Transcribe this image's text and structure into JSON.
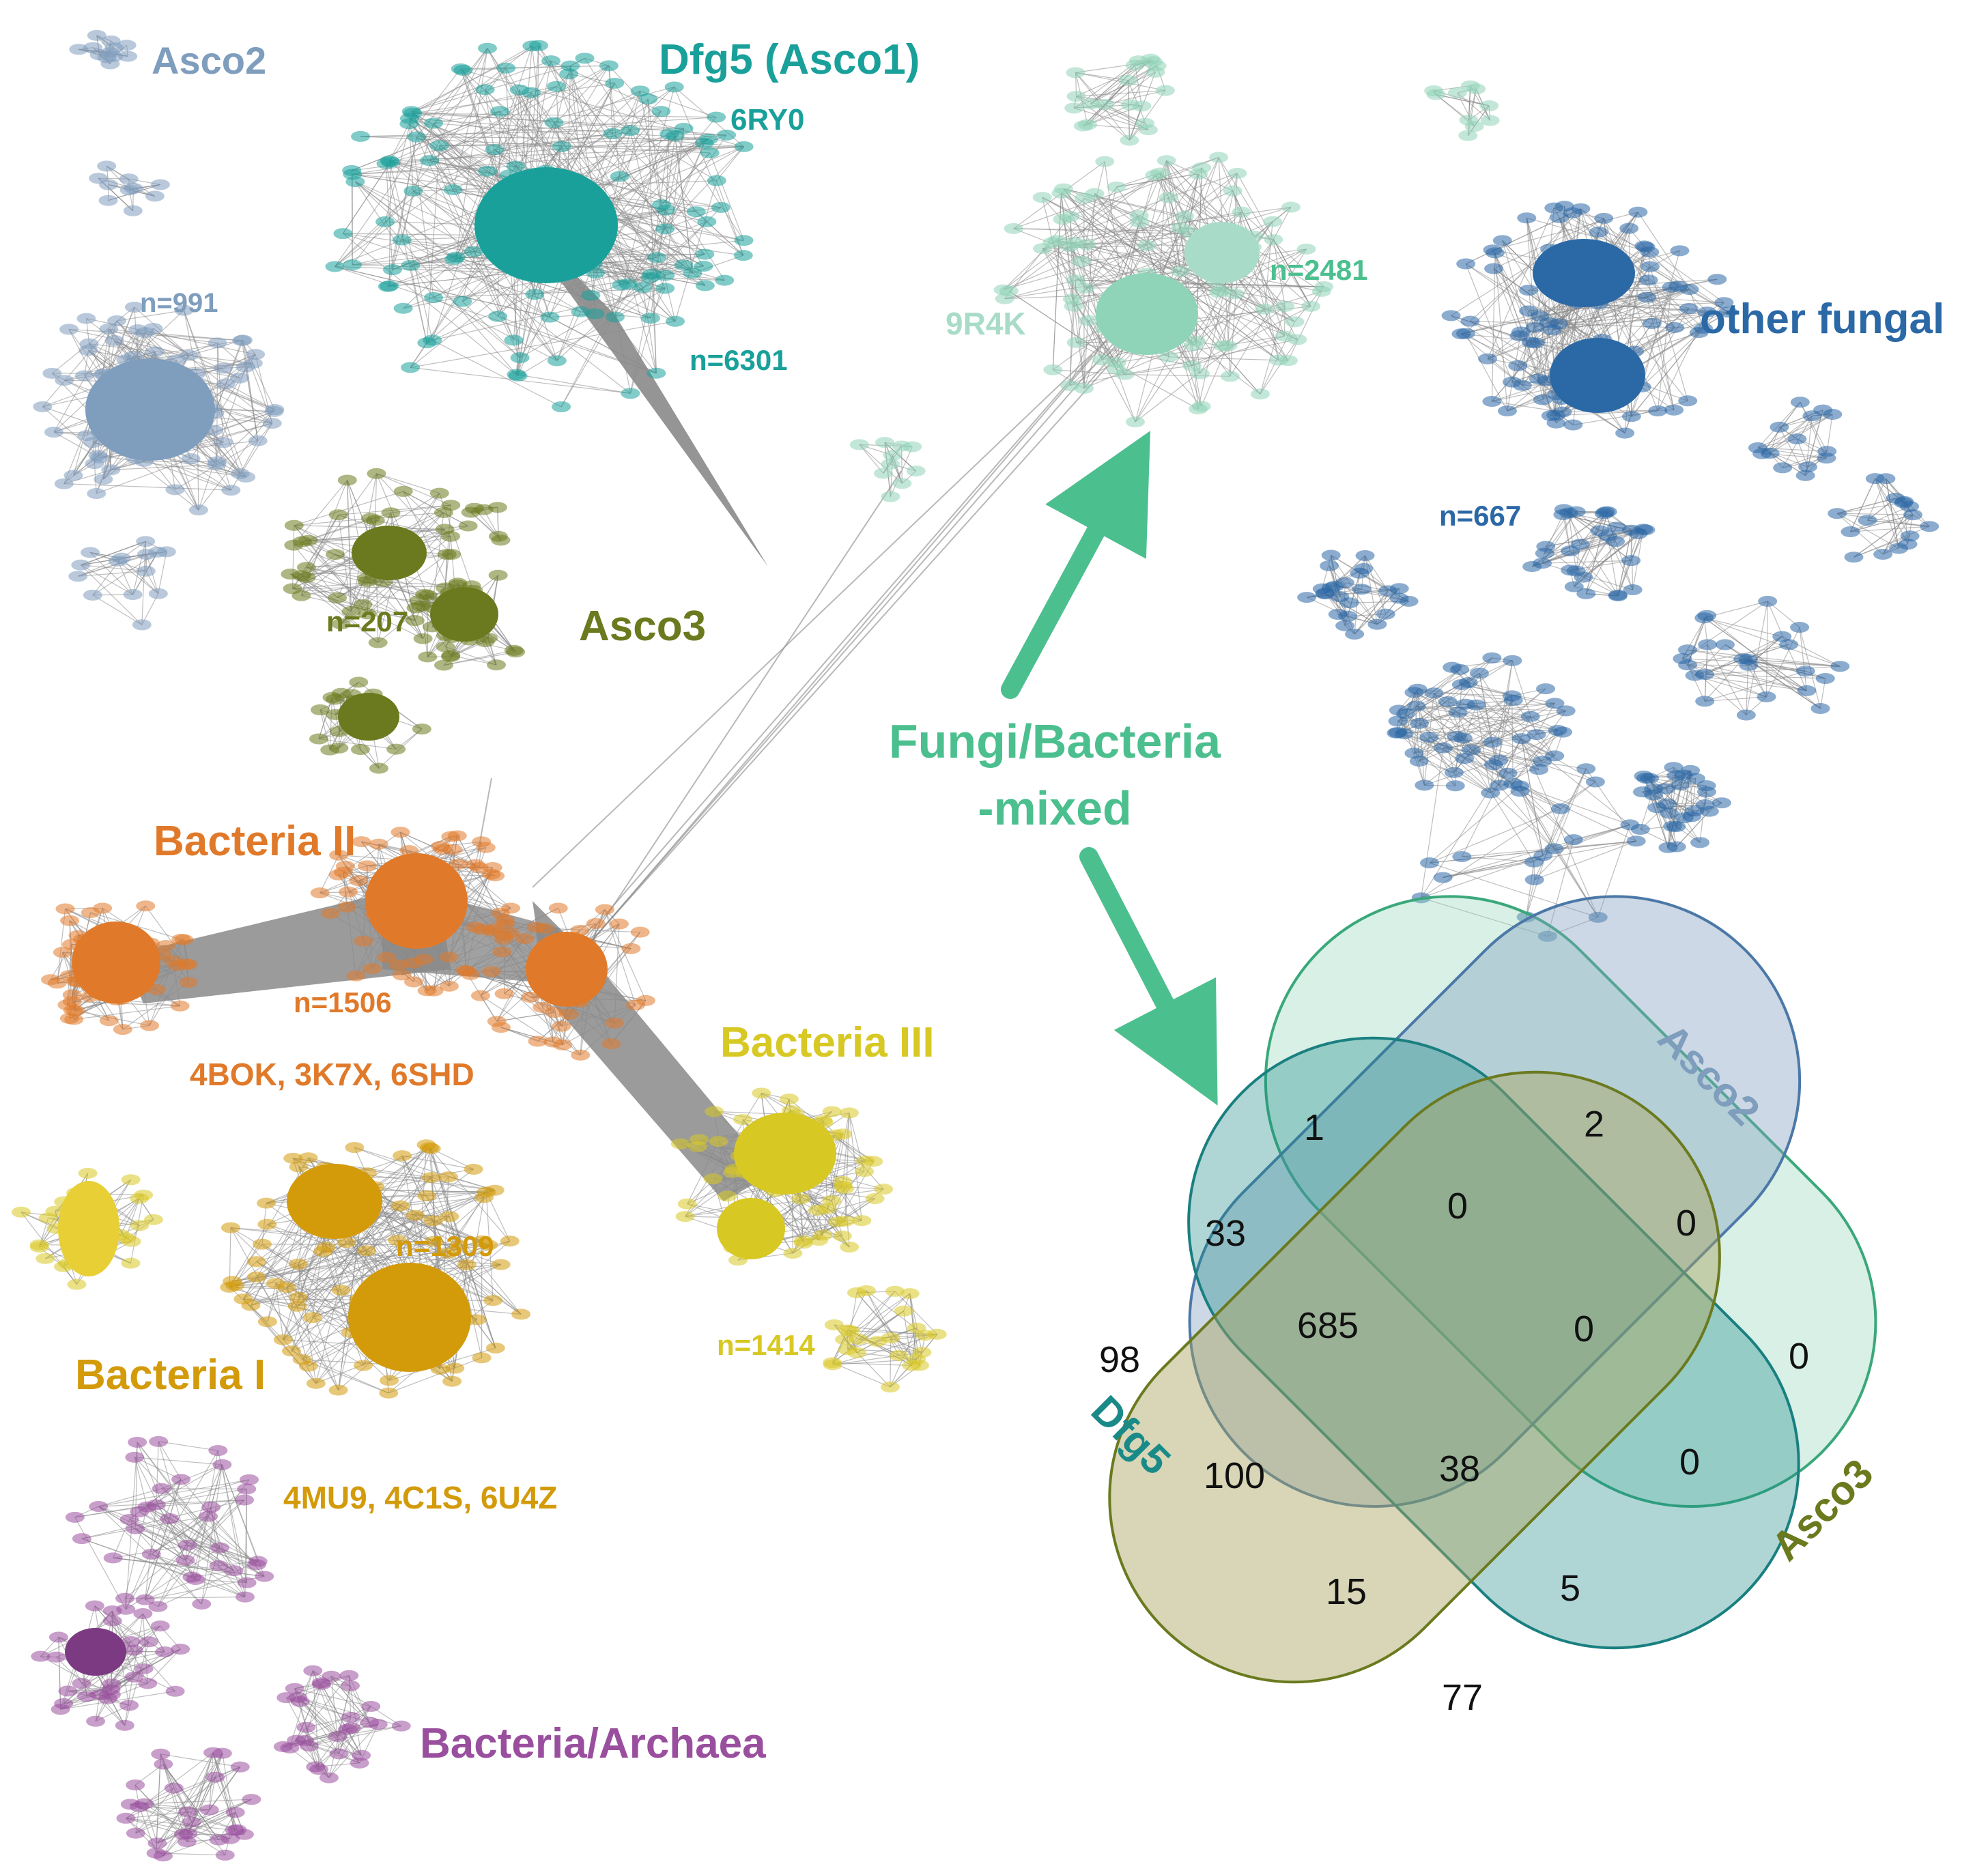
{
  "colors": {
    "asco2": "#7f9dbd",
    "dfg5": "#1aa09a",
    "mixed": "#8fd4b8",
    "mixed_label": "#4cbf8f",
    "other_fungal": "#2b68a6",
    "asco3": "#6b7a1e",
    "bacteria_ii": "#e07a2a",
    "bacteria_iii": "#d8c824",
    "bacteria_i": "#d39a0a",
    "bacteria_archaea": "#9a4f9e",
    "edge": "#8a8a8a",
    "arrow": "#4cbf8f"
  },
  "clusters": [
    {
      "id": "asco2",
      "name": "Asco2",
      "count": "n=991",
      "codes": ""
    },
    {
      "id": "dfg5",
      "name": "Dfg5 (Asco1)",
      "count": "n=6301",
      "codes": "6RY0"
    },
    {
      "id": "mixed",
      "name": "",
      "count": "n=2481",
      "codes": "9R4K"
    },
    {
      "id": "other_fungal",
      "name": "other fungal",
      "count": "n=667",
      "codes": ""
    },
    {
      "id": "asco3",
      "name": "Asco3",
      "count": "n=207",
      "codes": ""
    },
    {
      "id": "bacteria_ii",
      "name": "Bacteria II",
      "count": "n=1506",
      "codes": "4BOK, 3K7X, 6SHD"
    },
    {
      "id": "bacteria_iii",
      "name": "Bacteria III",
      "count": "n=1414",
      "codes": ""
    },
    {
      "id": "bacteria_i",
      "name": "Bacteria I",
      "count": "n=1309",
      "codes": "4MU9, 4C1S, 6U4Z"
    },
    {
      "id": "bacteria_archaea",
      "name": "Bacteria/Archaea",
      "count": "",
      "codes": ""
    }
  ],
  "mixed_label": [
    "Fungi/Bacteria",
    "-mixed"
  ],
  "venn": {
    "sets": [
      "Dfg5",
      "Asco2",
      "Asco3"
    ],
    "regions": [
      {
        "key": "mixed_only",
        "value": "1"
      },
      {
        "key": "asco2_only",
        "value": "2"
      },
      {
        "key": "dfg5_mixed",
        "value": "33"
      },
      {
        "key": "mixed_asco2",
        "value": "0"
      },
      {
        "key": "asco2_asco3",
        "value": "0"
      },
      {
        "key": "dfg5_only",
        "value": "98"
      },
      {
        "key": "dfg5_mixed_asco2",
        "value": "685"
      },
      {
        "key": "mixed_asco2_asco3",
        "value": "0"
      },
      {
        "key": "asco3_only",
        "value": "0"
      },
      {
        "key": "dfg5_asco2",
        "value": "100"
      },
      {
        "key": "all_four",
        "value": "38"
      },
      {
        "key": "mixed_asco3",
        "value": "0"
      },
      {
        "key": "dfg5_asco2_asco3",
        "value": "15"
      },
      {
        "key": "dfg5_mixed_asco3",
        "value": "5"
      },
      {
        "key": "dfg5_asco3",
        "value": "77"
      }
    ]
  }
}
